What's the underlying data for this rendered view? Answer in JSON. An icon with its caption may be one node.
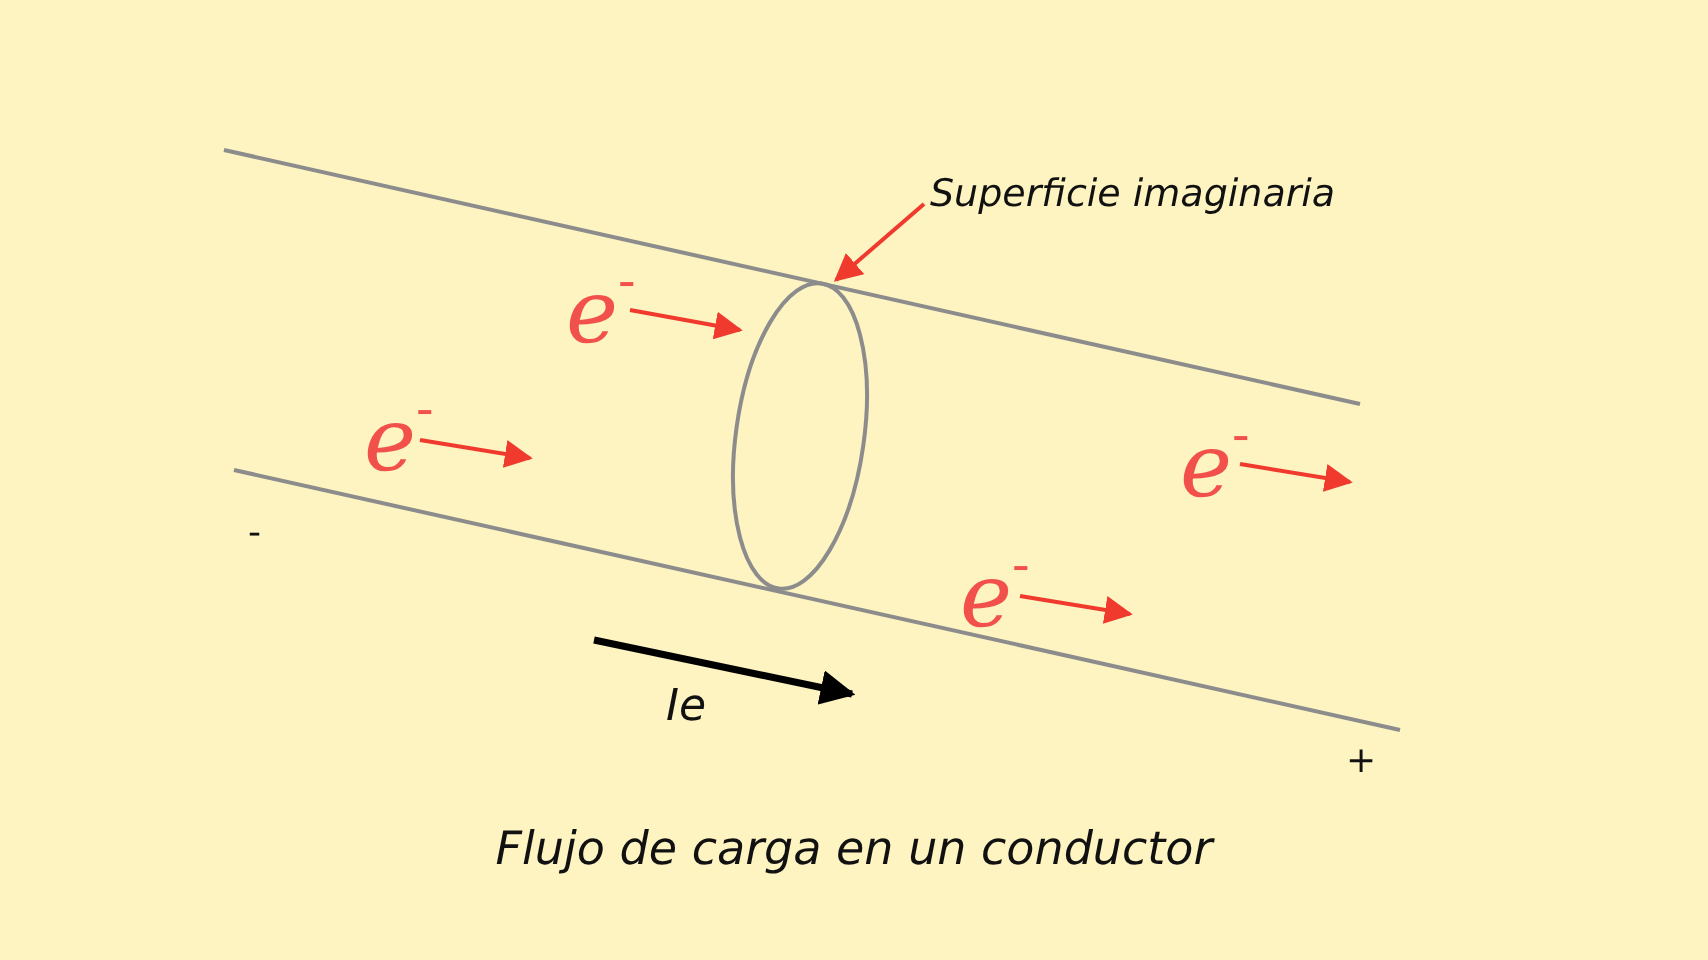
{
  "diagram": {
    "caption": "Flujo de carga en un conductor",
    "nodes": [
      {
        "text": [
          "Superficie imaginaria"
        ]
      },
      {
        "text": [],
        "shape": "ellipse"
      }
    ],
    "edges": [
      {
        "from": 0,
        "to": 1,
        "arrow": "to"
      }
    ],
    "labels": [
      "e$^{-}$",
      "e$^{-}$",
      "e$^{-}$",
      "-",
      "e$^{-}$",
      "Ie",
      "+"
    ]
  }
}
